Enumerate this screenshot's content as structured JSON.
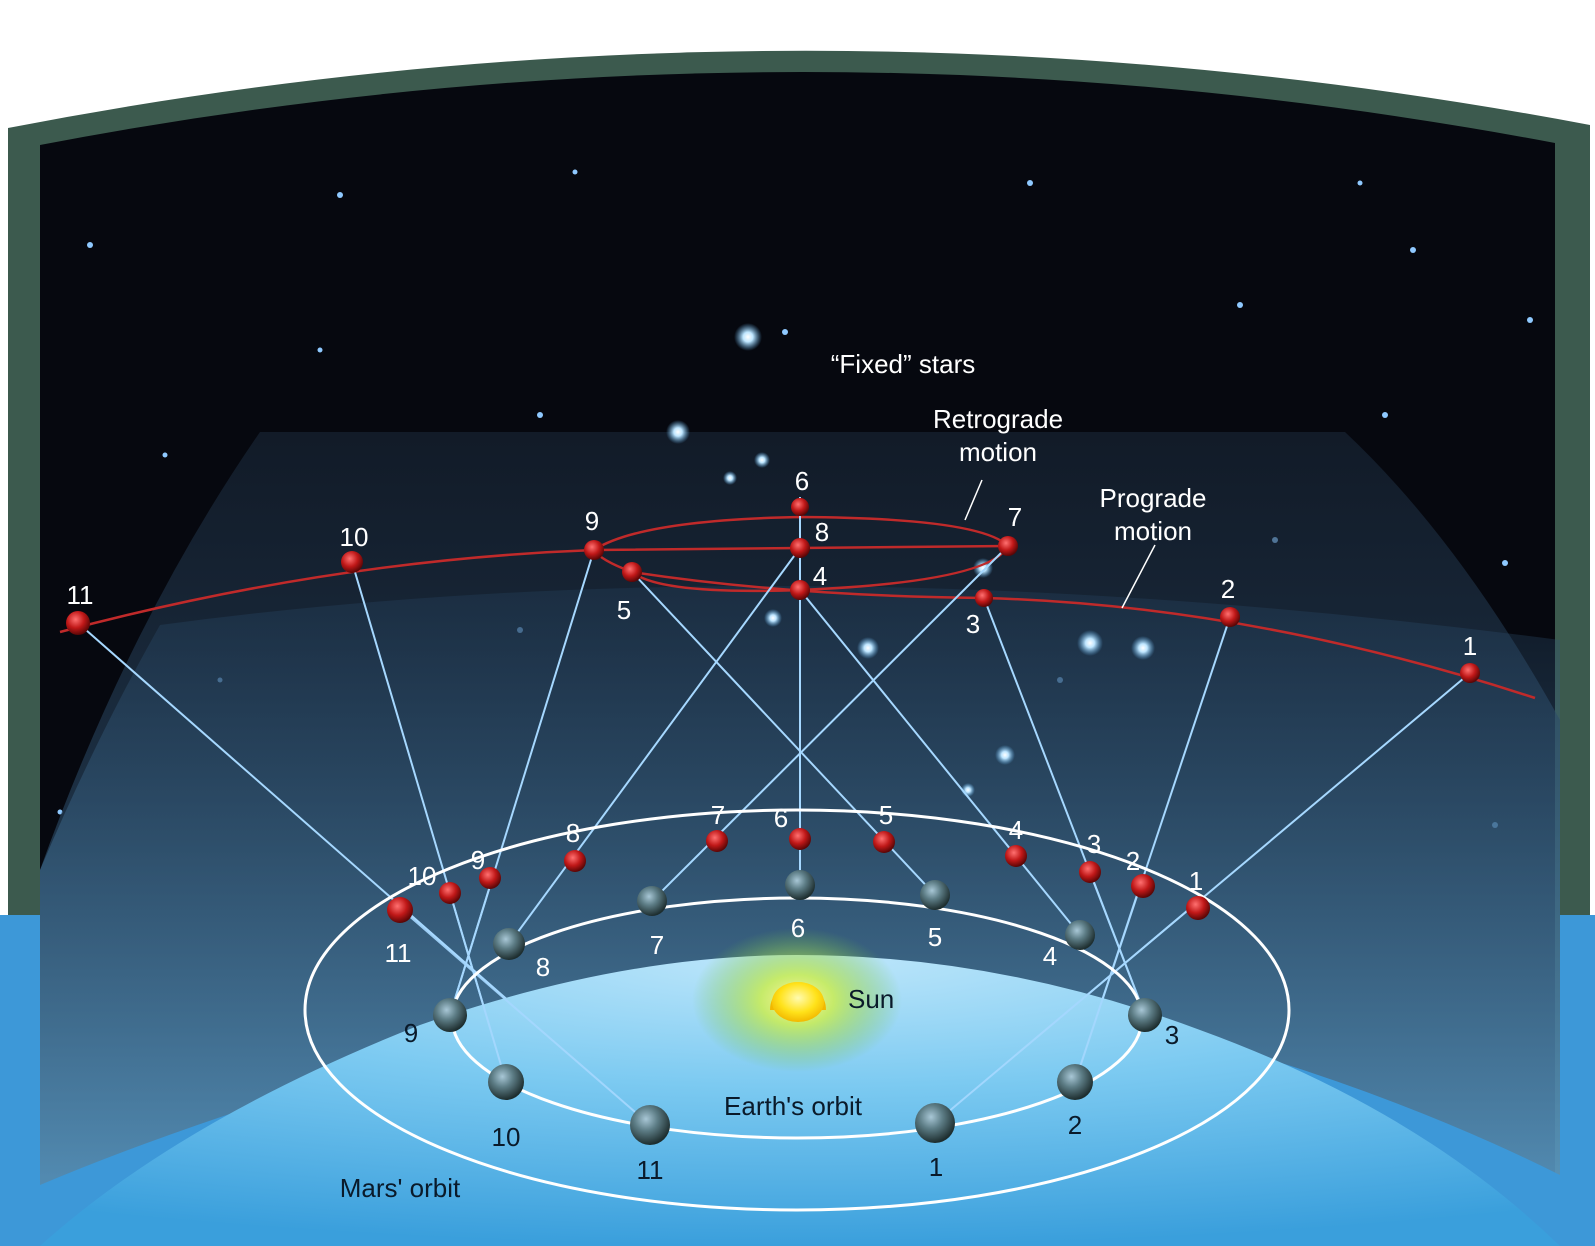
{
  "labels": {
    "fixed_stars": "“Fixed” stars",
    "retrograde_1": "Retrograde",
    "retrograde_2": "motion",
    "prograde_1": "Prograde",
    "prograde_2": "motion",
    "sun": "Sun",
    "earth_orbit": "Earth's orbit",
    "mars_orbit": "Mars' orbit"
  },
  "positions": [
    "1",
    "2",
    "3",
    "4",
    "5",
    "6",
    "7",
    "8",
    "9",
    "10",
    "11"
  ],
  "colors": {
    "sky": "#06080f",
    "wall_frame": "#3c5a4e",
    "ground": "#4fb0e6",
    "mars": "#b01818",
    "sight_line": "#9fd6ff",
    "path": "#c02a2a",
    "orbit": "#ffffff",
    "sun": "#ffe020"
  }
}
